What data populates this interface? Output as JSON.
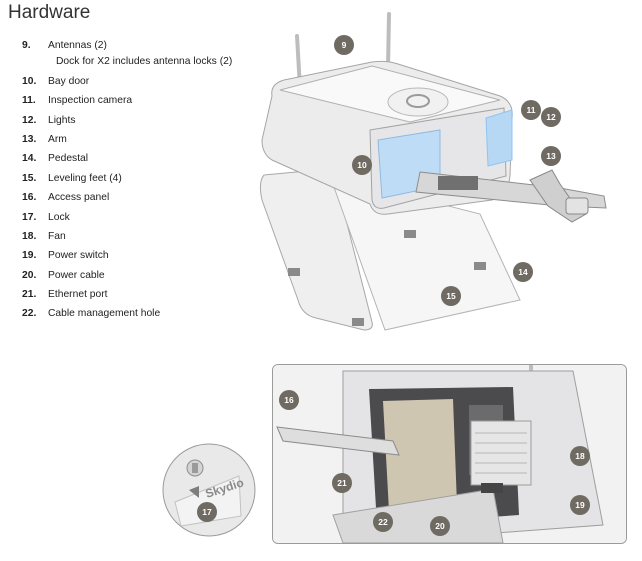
{
  "page": {
    "title": "Hardware"
  },
  "parts": [
    {
      "num": "9.",
      "label": "Antennas (2)"
    },
    {
      "num": "",
      "label": "Dock for X2 includes antenna locks (2)"
    },
    {
      "num": "10.",
      "label": "Bay door"
    },
    {
      "num": "11.",
      "label": "Inspection camera"
    },
    {
      "num": "12.",
      "label": "Lights"
    },
    {
      "num": "13.",
      "label": "Arm"
    },
    {
      "num": "14.",
      "label": "Pedestal"
    },
    {
      "num": "15.",
      "label": "Leveling feet (4)"
    },
    {
      "num": "16.",
      "label": "Access panel"
    },
    {
      "num": "17.",
      "label": "Lock"
    },
    {
      "num": "18.",
      "label": "Fan"
    },
    {
      "num": "19.",
      "label": "Power switch"
    },
    {
      "num": "20.",
      "label": "Power cable"
    },
    {
      "num": "21.",
      "label": "Ethernet port"
    },
    {
      "num": "22.",
      "label": "Cable management hole"
    }
  ],
  "callouts": {
    "c9": "9",
    "c10": "10",
    "c11": "11",
    "c12": "12",
    "c13": "13",
    "c14": "14",
    "c15": "15",
    "c16": "16",
    "c17": "17",
    "c18": "18",
    "c19": "19",
    "c20": "20",
    "c21": "21",
    "c22": "22"
  },
  "lock_badge": {
    "brand": "Skydio"
  },
  "colors": {
    "callout": "#6f6a62",
    "light_panel": "#8ec3f0",
    "frame": "#9b9b9b"
  }
}
